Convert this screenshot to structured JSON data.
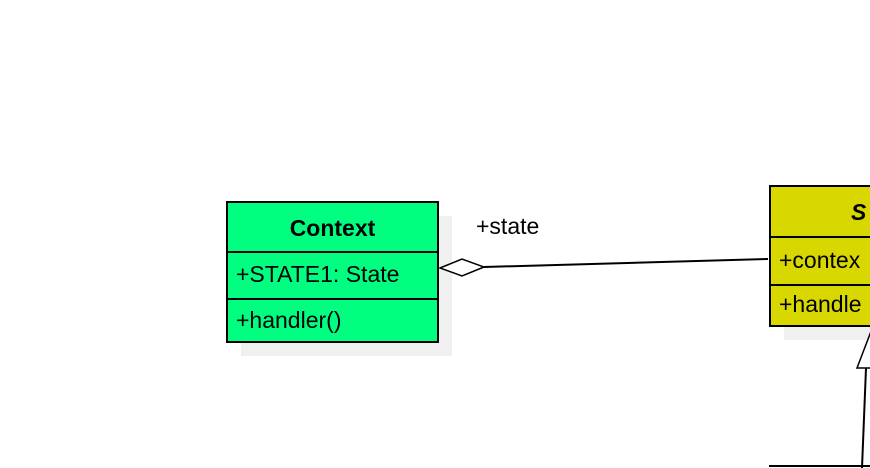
{
  "diagram": {
    "context_class": {
      "name": "Context",
      "attribute": "+STATE1: State",
      "operation": "+handler()",
      "fill_color": "#00ff80"
    },
    "state_class": {
      "name": "S",
      "attribute": "+contex",
      "operation": "+handle",
      "fill_color": "#d8d800"
    },
    "association": {
      "role_label": "+state",
      "type": "aggregation"
    }
  }
}
